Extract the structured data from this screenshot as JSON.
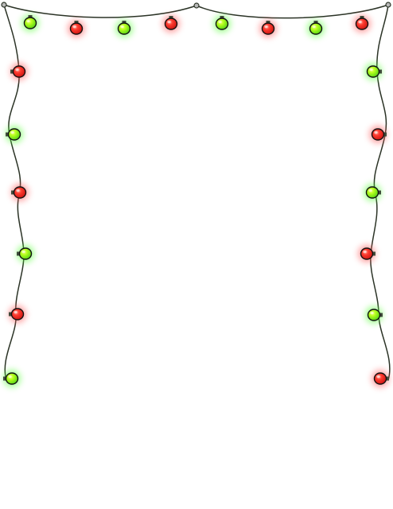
{
  "colors": {
    "background": "#ffffff",
    "wire": "#2b3326",
    "red_bulb": "#ff3b2f",
    "red_bulb_dark": "#c81410",
    "red_glow": "#ff5a5a",
    "green_bulb": "#b7ff1e",
    "green_bulb_dark": "#4fd016",
    "green_glow": "#59ff3a",
    "socket": "#3f4a3a",
    "bulb_outline": "#111111"
  },
  "border": {
    "description_icon": "christmas-lights-border-icon",
    "bulb_colors_top": [
      "green",
      "red",
      "green",
      "red",
      "green",
      "red",
      "green",
      "red"
    ],
    "bulb_colors_left": [
      "red",
      "green",
      "red",
      "green",
      "red",
      "green"
    ],
    "bulb_colors_right": [
      "green",
      "red",
      "green",
      "red",
      "green",
      "red"
    ]
  }
}
